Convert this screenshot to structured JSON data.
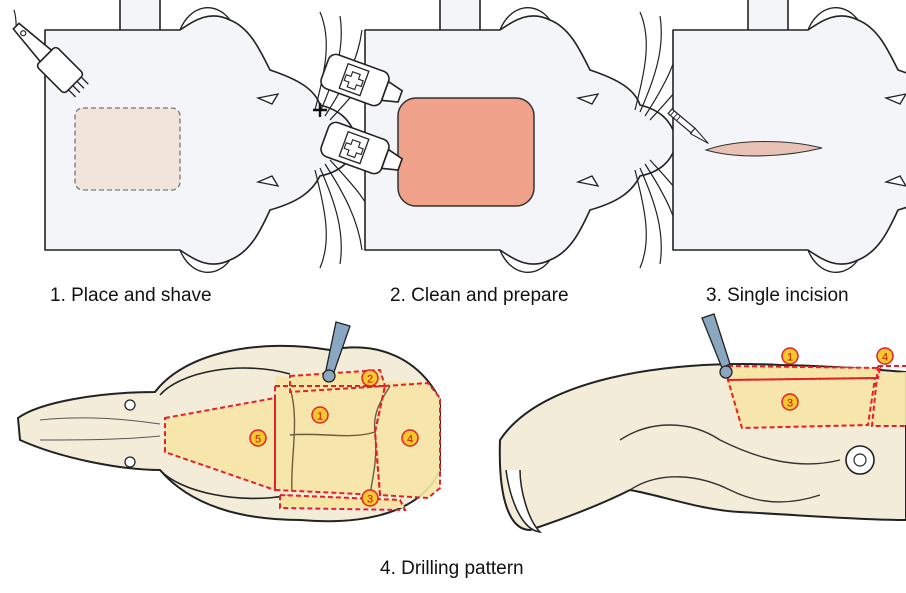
{
  "steps": [
    {
      "label": "1. Place and shave"
    },
    {
      "label": "2. Clean and prepare"
    },
    {
      "label": "3. Single incision"
    },
    {
      "label": "4. Drilling pattern"
    }
  ],
  "regions": {
    "top": [
      "1",
      "2",
      "3",
      "4",
      "5"
    ],
    "side": [
      "1",
      "3",
      "4"
    ]
  },
  "colors": {
    "mouse_fill": "#f4f5f8",
    "shave_fill": "#f1e4da",
    "prep_fill": "#f0a189",
    "incision_fill": "#e8c3b5",
    "bone_fill": "#f3ecd9",
    "drill_zone_fill": "#f6e6a6",
    "dashed_outline": "#e3212a",
    "marker_fill": "#f7c82b",
    "drill_bit": "#8aa7c1"
  },
  "icons": [
    "razor-icon",
    "swab-bottle-icon",
    "scalpel-icon",
    "drill-bit-icon"
  ]
}
